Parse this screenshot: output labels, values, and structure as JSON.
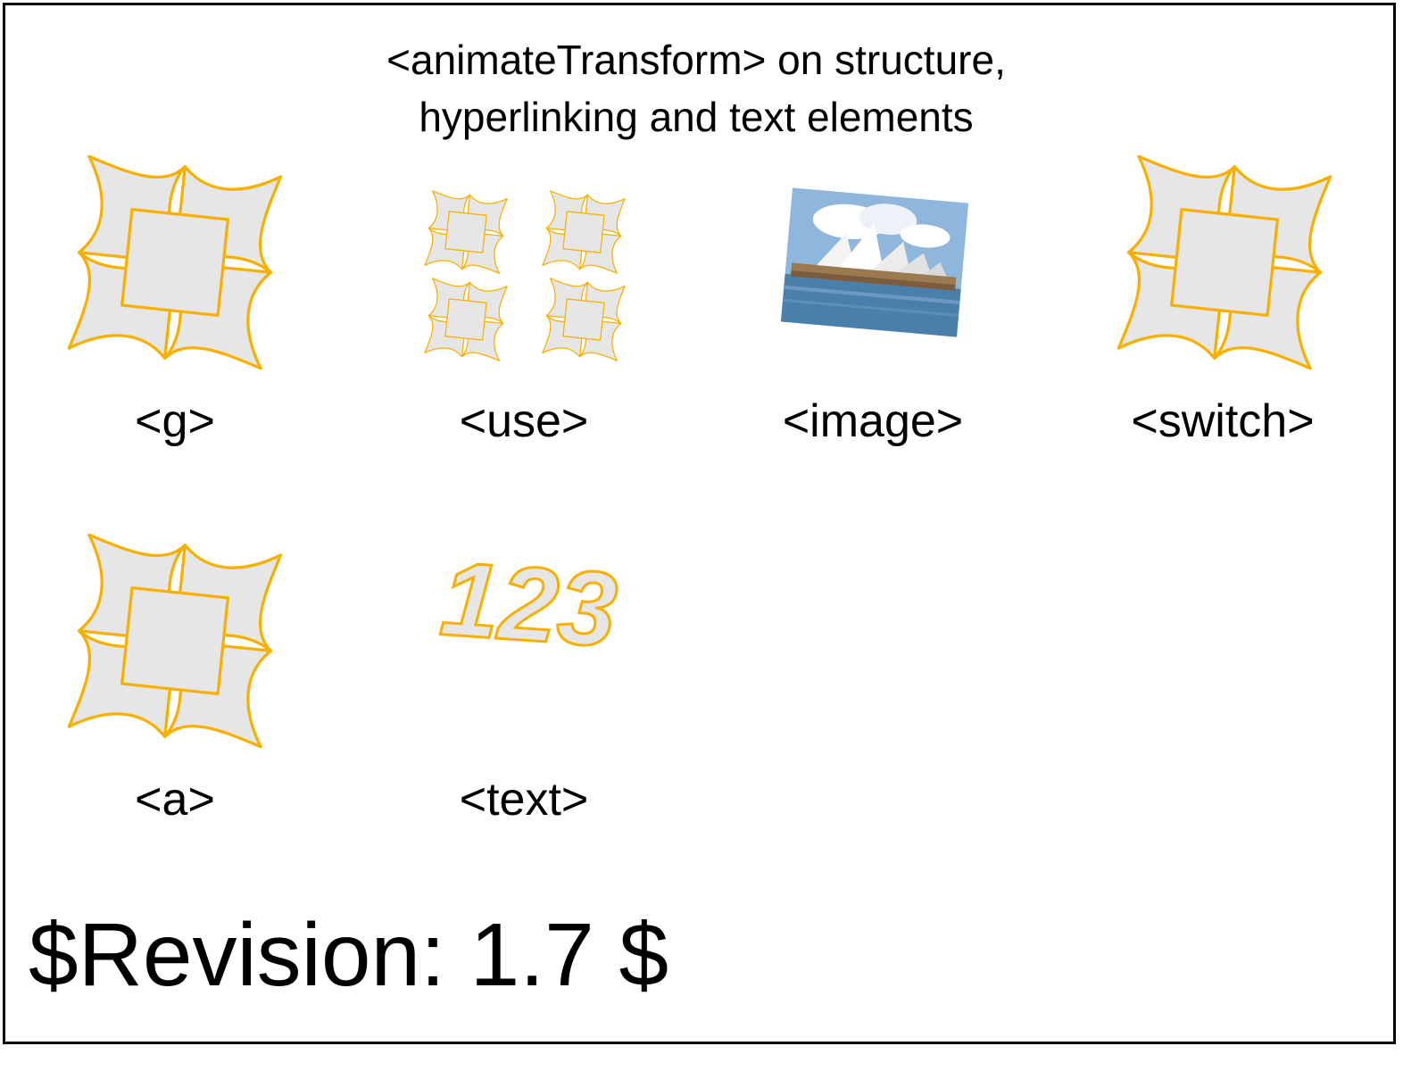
{
  "title": {
    "line1": "<animateTransform> on structure,",
    "line2": "hyperlinking and text elements"
  },
  "labels": {
    "g": "<g>",
    "use": "<use>",
    "image": "<image>",
    "switch": "<switch>",
    "a": "<a>",
    "text": "<text>"
  },
  "text_sample": "123",
  "revision": "$Revision: 1.7 $",
  "colors": {
    "stroke": "#f8b000",
    "fill": "#e6e6e6",
    "frame": "#000000"
  },
  "icons": {
    "flower": "rotated-flower-icon",
    "photo": "sydney-opera-house-photo"
  }
}
